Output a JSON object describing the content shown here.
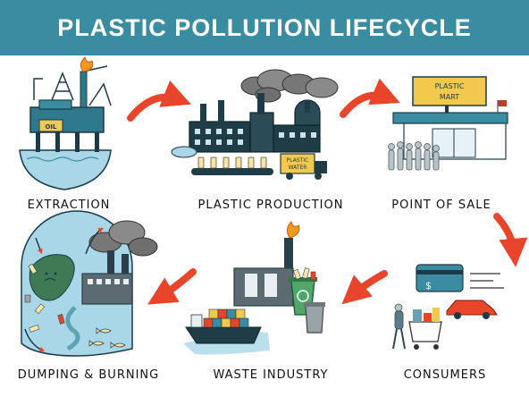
{
  "title": "PLASTIC POLLUTION LIFECYCLE",
  "stages": [
    {
      "label": "EXTRACTION",
      "icon": "oil-rig-icon"
    },
    {
      "label": "PLASTIC PRODUCTION",
      "icon": "factory-icon"
    },
    {
      "label": "POINT OF SALE",
      "icon": "store-icon"
    },
    {
      "label": "CONSUMERS",
      "icon": "shopping-cart-icon"
    },
    {
      "label": "WASTE INDUSTRY",
      "icon": "cargo-ship-icon"
    },
    {
      "label": "DUMPING & BURNING",
      "icon": "polluted-earth-icon"
    }
  ],
  "signs": {
    "oil": "OIL",
    "water_line1": "PLASTIC",
    "water_line2": "WATER",
    "mart_line1": "PLASTIC",
    "mart_line2": "MART",
    "card_symbol": "$"
  },
  "colors": {
    "header": "#3a8da0",
    "arrow": "#e8452a",
    "water": "#a9d7e8",
    "flame": "#f39a1e",
    "mart_sign": "#f2c94c"
  }
}
